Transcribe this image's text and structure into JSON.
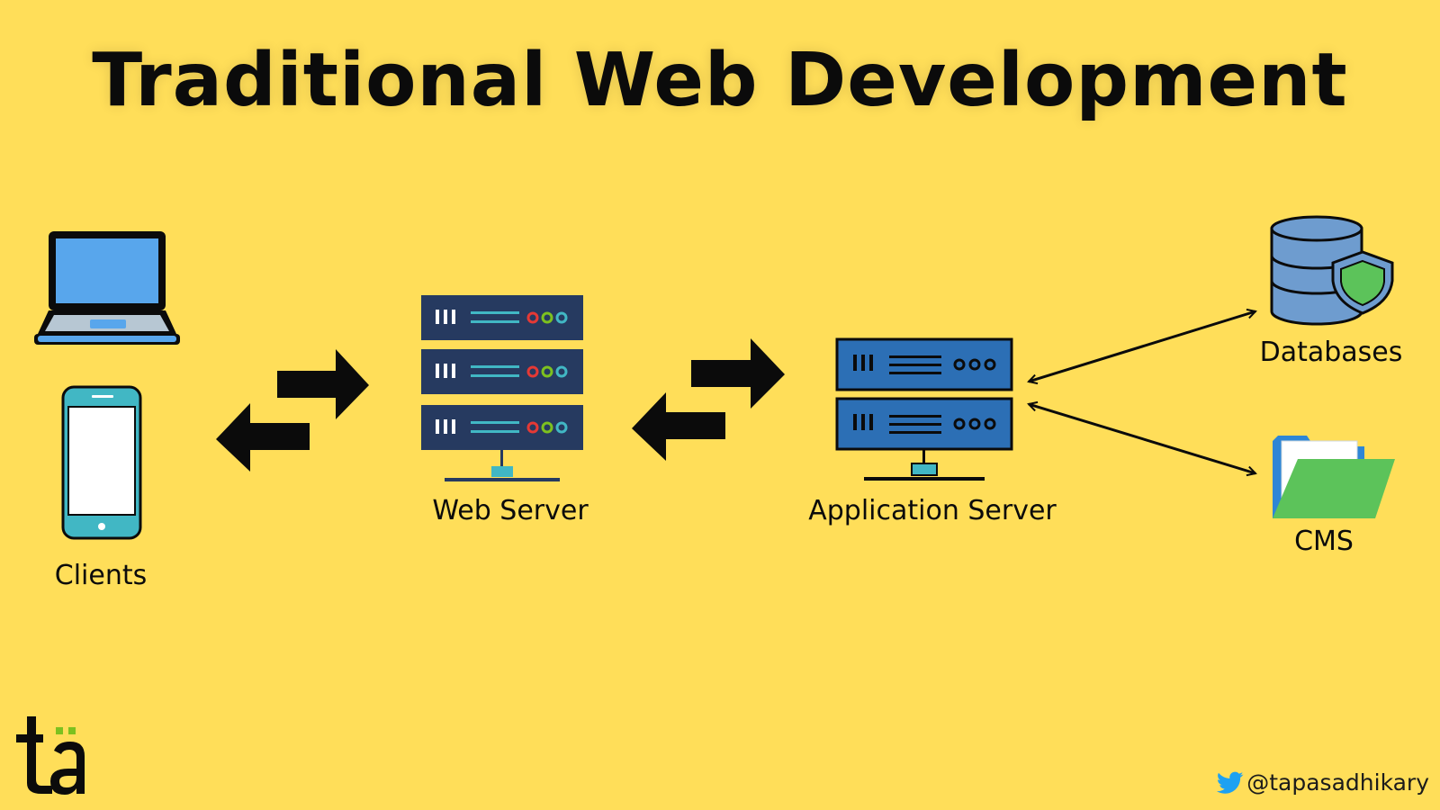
{
  "title": "Traditional Web Development",
  "nodes": {
    "clients": "Clients",
    "web_server": "Web Server",
    "app_server": "Application Server",
    "databases": "Databases",
    "cms": "CMS"
  },
  "logo": {
    "text": "tä"
  },
  "footer": {
    "handle": "@tapasadhikary",
    "icon": "twitter-bird-icon"
  },
  "colors": {
    "background": "#FFDE59",
    "web_server": "#263A60",
    "app_server": "#2C6FB5",
    "database": "#6E9CCF",
    "shield": "#5CC35A",
    "folder_back": "#2E86D6",
    "folder_front": "#5CC35A",
    "laptop_screen": "#58A6EC",
    "phone_body": "#41B7C4",
    "logo_accent": "#7DC11F",
    "twitter": "#1DA1F2"
  }
}
